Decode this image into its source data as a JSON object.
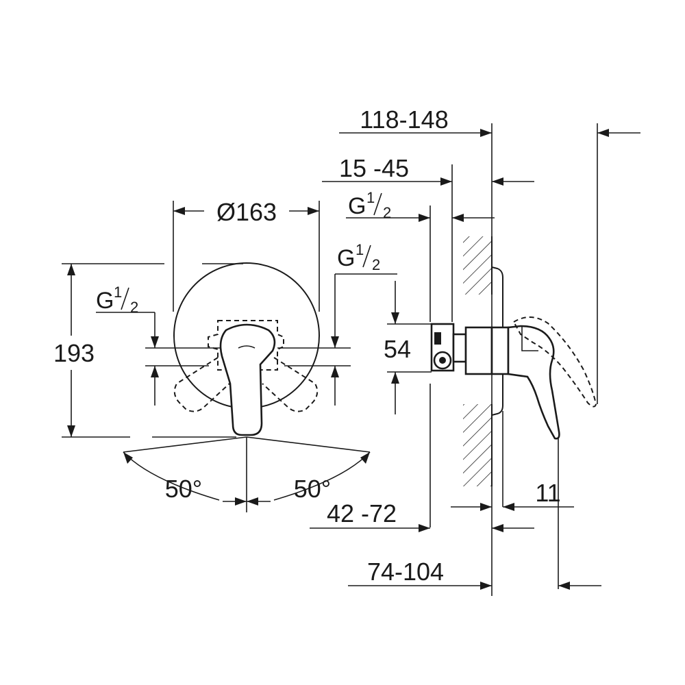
{
  "front_view": {
    "diameter_label": "Ø163",
    "height_label": "193",
    "thread_left": {
      "base": "G",
      "num": "1",
      "den": "2"
    },
    "thread_right": {
      "base": "G",
      "num": "1",
      "den": "2"
    },
    "angle_left_label": "50°",
    "angle_right_label": "50°"
  },
  "side_view": {
    "total_depth_label": "118-148",
    "install_depth_label": "15 -45",
    "thread_top": {
      "base": "G",
      "num": "1",
      "den": "2"
    },
    "outlet_spacing_label": "54",
    "depth_42_label": "42 -72",
    "depth_74_label": "74-104",
    "rosette_label": "11"
  }
}
